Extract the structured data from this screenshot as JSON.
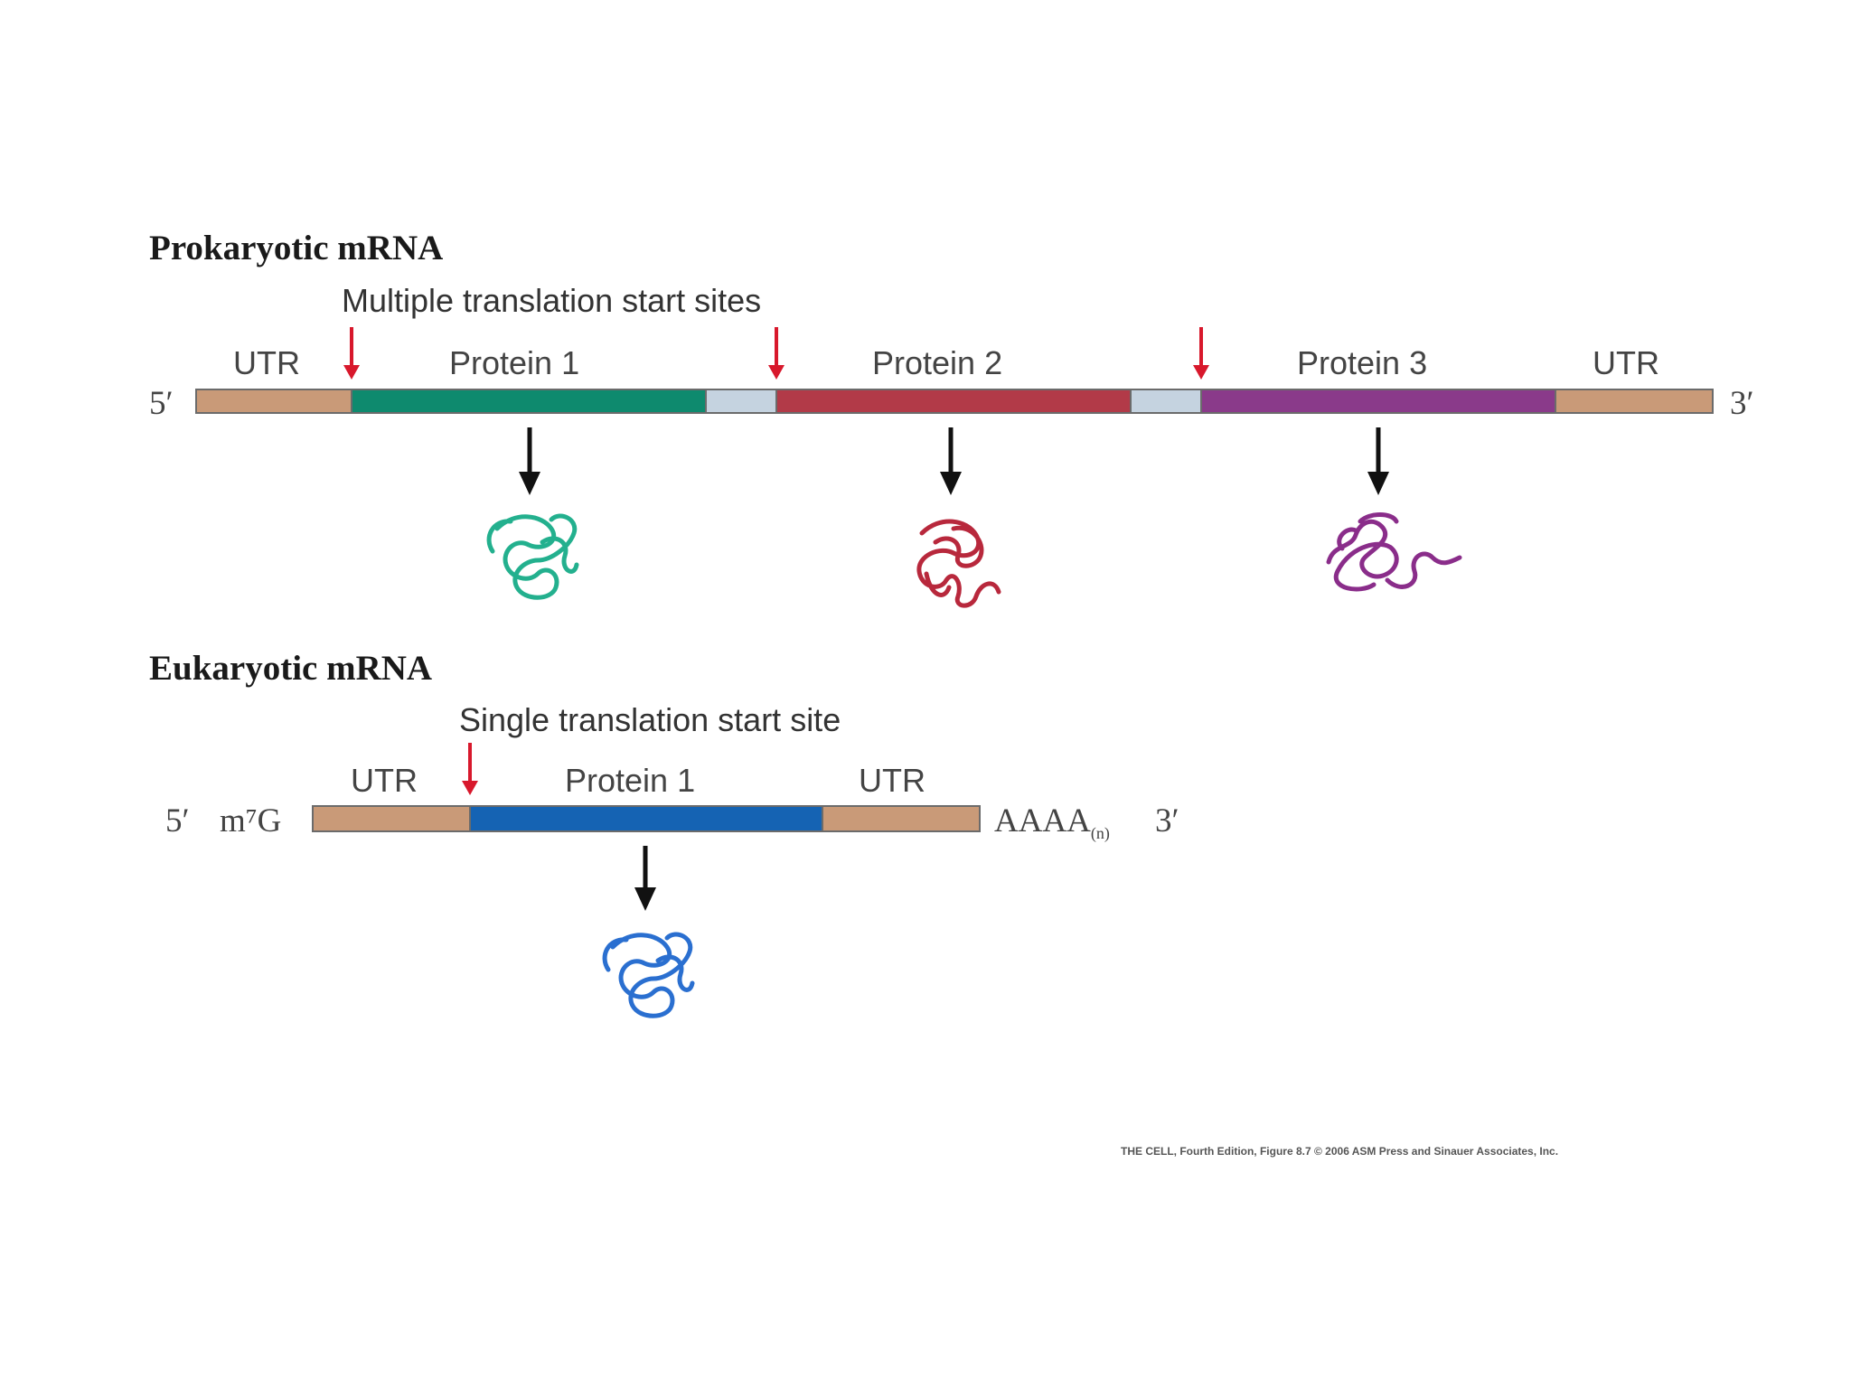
{
  "prokaryotic": {
    "title": "Prokaryotic mRNA",
    "subtitle": "Multiple translation start sites",
    "five_prime": "5′",
    "three_prime": "3′",
    "labels": {
      "utr_left": "UTR",
      "protein1": "Protein 1",
      "protein2": "Protein 2",
      "protein3": "Protein 3",
      "utr_right": "UTR"
    }
  },
  "eukaryotic": {
    "title": "Eukaryotic mRNA",
    "subtitle": "Single translation start site",
    "five_prime": "5′",
    "cap": "m⁷G",
    "polya": "AAAA",
    "polya_sub": "(n)",
    "three_prime": "3′",
    "labels": {
      "utr_left": "UTR",
      "protein1": "Protein 1",
      "utr_right": "UTR"
    }
  },
  "credit": "THE CELL, Fourth Edition, Figure 8.7  © 2006 ASM Press and Sinauer Associates, Inc.",
  "colors": {
    "utr": "#c99a78",
    "spacer": "#c5d3e0",
    "protein1_prok": "#0e8a6e",
    "protein2_prok": "#b23a48",
    "protein3_prok": "#8a3a8a",
    "protein1_euk": "#1563b3",
    "start_arrow": "#d8182c",
    "product_arrow": "#111111"
  },
  "icons": [
    "start-site-arrow",
    "translation-arrow",
    "folded-protein-icon"
  ]
}
